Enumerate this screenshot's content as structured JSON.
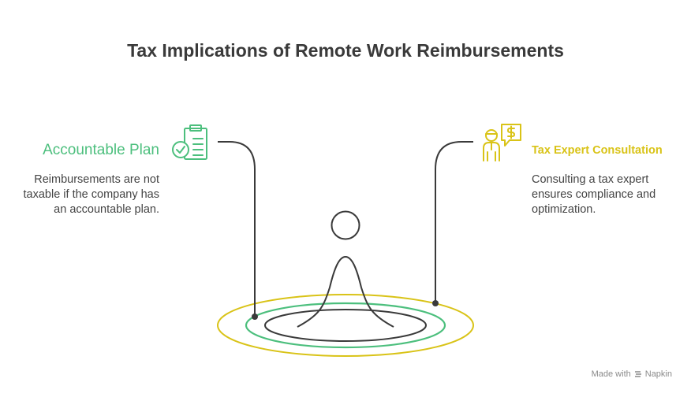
{
  "title": "Tax Implications of Remote Work Reimbursements",
  "items": [
    {
      "heading": "Accountable Plan",
      "description": "Reimbursements are not taxable if the company has an accountable plan.",
      "icon": "clipboard-check-icon",
      "color": "#4cbf7d"
    },
    {
      "heading": "Tax Expert Consultation",
      "description": "Consulting a tax expert ensures compliance and optimization.",
      "icon": "consultant-dollar-icon",
      "color": "#d9c317"
    }
  ],
  "footer": {
    "made_with": "Made with",
    "brand": "Napkin"
  },
  "colors": {
    "line": "#3a3a3a",
    "ring_outer": "#d9c317",
    "ring_middle": "#4cbf7d",
    "ring_inner": "#3a3a3a"
  }
}
